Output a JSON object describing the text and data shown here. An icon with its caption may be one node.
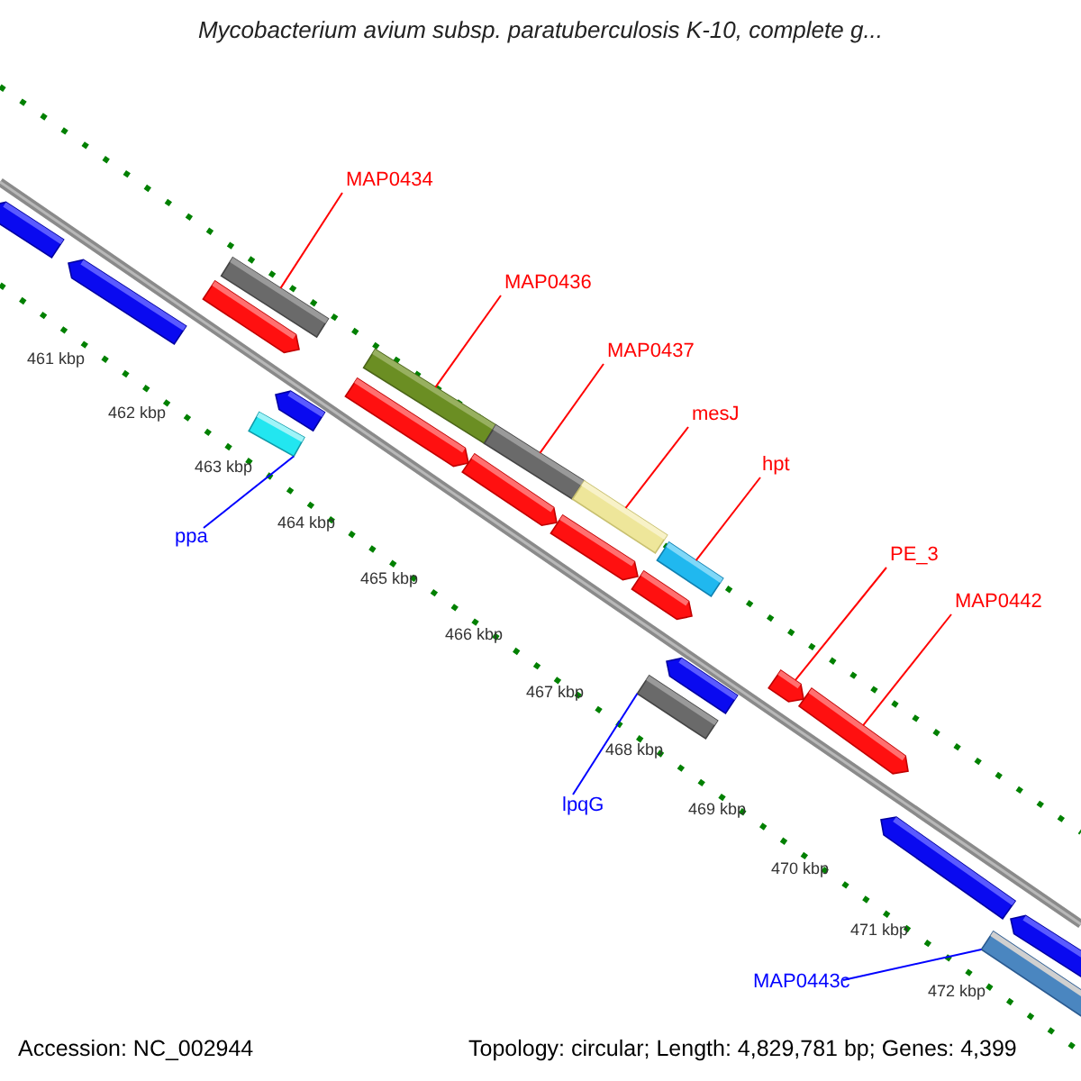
{
  "diagram": {
    "title": "Mycobacterium avium subsp. paratuberculosis K-10, complete g...",
    "nodes": [
      {
        "text": [
          "MAP0434"
        ]
      },
      {
        "text": [
          "MAP0436"
        ]
      },
      {
        "text": [
          "MAP0437"
        ]
      },
      {
        "text": [
          "mesJ"
        ]
      },
      {
        "text": [
          "hpt"
        ]
      },
      {
        "text": [
          "ppa"
        ]
      },
      {
        "text": [
          "PE_3"
        ]
      },
      {
        "text": [
          "MAP0442"
        ]
      },
      {
        "text": [
          "lpqG"
        ]
      },
      {
        "text": [
          "MAP0443c"
        ]
      },
      {
        "text": [],
        "shape": "bar"
      },
      {
        "text": [],
        "shape": "bar"
      },
      {
        "text": [],
        "shape": "bar"
      },
      {
        "text": [],
        "shape": "bar"
      },
      {
        "text": [],
        "shape": "bar"
      },
      {
        "text": [],
        "shape": "bar"
      },
      {
        "text": [],
        "shape": "bar"
      },
      {
        "text": [],
        "shape": "bar"
      },
      {
        "text": [],
        "shape": "bar"
      },
      {
        "text": [],
        "shape": "bar"
      },
      {
        "text": [],
        "shape": "bar"
      },
      {
        "text": [],
        "shape": "bar"
      },
      {
        "text": [],
        "shape": "bar"
      },
      {
        "text": [],
        "shape": "bar"
      },
      {
        "text": [],
        "shape": "bar"
      },
      {
        "text": [],
        "shape": "bar"
      },
      {
        "text": [],
        "shape": "bar"
      },
      {
        "text": [],
        "shape": "bar"
      },
      {
        "text": [],
        "shape": "bar"
      },
      {
        "text": [],
        "shape": "bar"
      },
      {
        "text": [],
        "shape": "bar"
      }
    ],
    "edges": [
      {
        "from": 0,
        "to": 13,
        "arrow": "none"
      },
      {
        "from": 1,
        "to": 17,
        "arrow": "none"
      },
      {
        "from": 2,
        "to": 19,
        "arrow": "none"
      },
      {
        "from": 3,
        "to": 21,
        "arrow": "none"
      },
      {
        "from": 4,
        "to": 23,
        "arrow": "none"
      },
      {
        "from": 5,
        "to": 15,
        "arrow": "none",
        "color": "#0000ff"
      },
      {
        "from": 6,
        "to": 26,
        "arrow": "none"
      },
      {
        "from": 7,
        "to": 27,
        "arrow": "none"
      },
      {
        "from": 8,
        "to": 24,
        "arrow": "none",
        "color": "#0000ff"
      },
      {
        "from": 9,
        "to": 30,
        "arrow": "none",
        "color": "#0000ff"
      }
    ],
    "labels": [
      "461 kbp",
      "462 kbp",
      "463 kbp",
      "464 kbp",
      "465 kbp",
      "466 kbp",
      "467 kbp",
      "468 kbp",
      "469 kbp",
      "470 kbp",
      "471 kbp",
      "472 kbp",
      "Accession: NC_002944",
      "Topology: circular; Length: 4,829,781 bp; Genes: 4,399"
    ]
  }
}
